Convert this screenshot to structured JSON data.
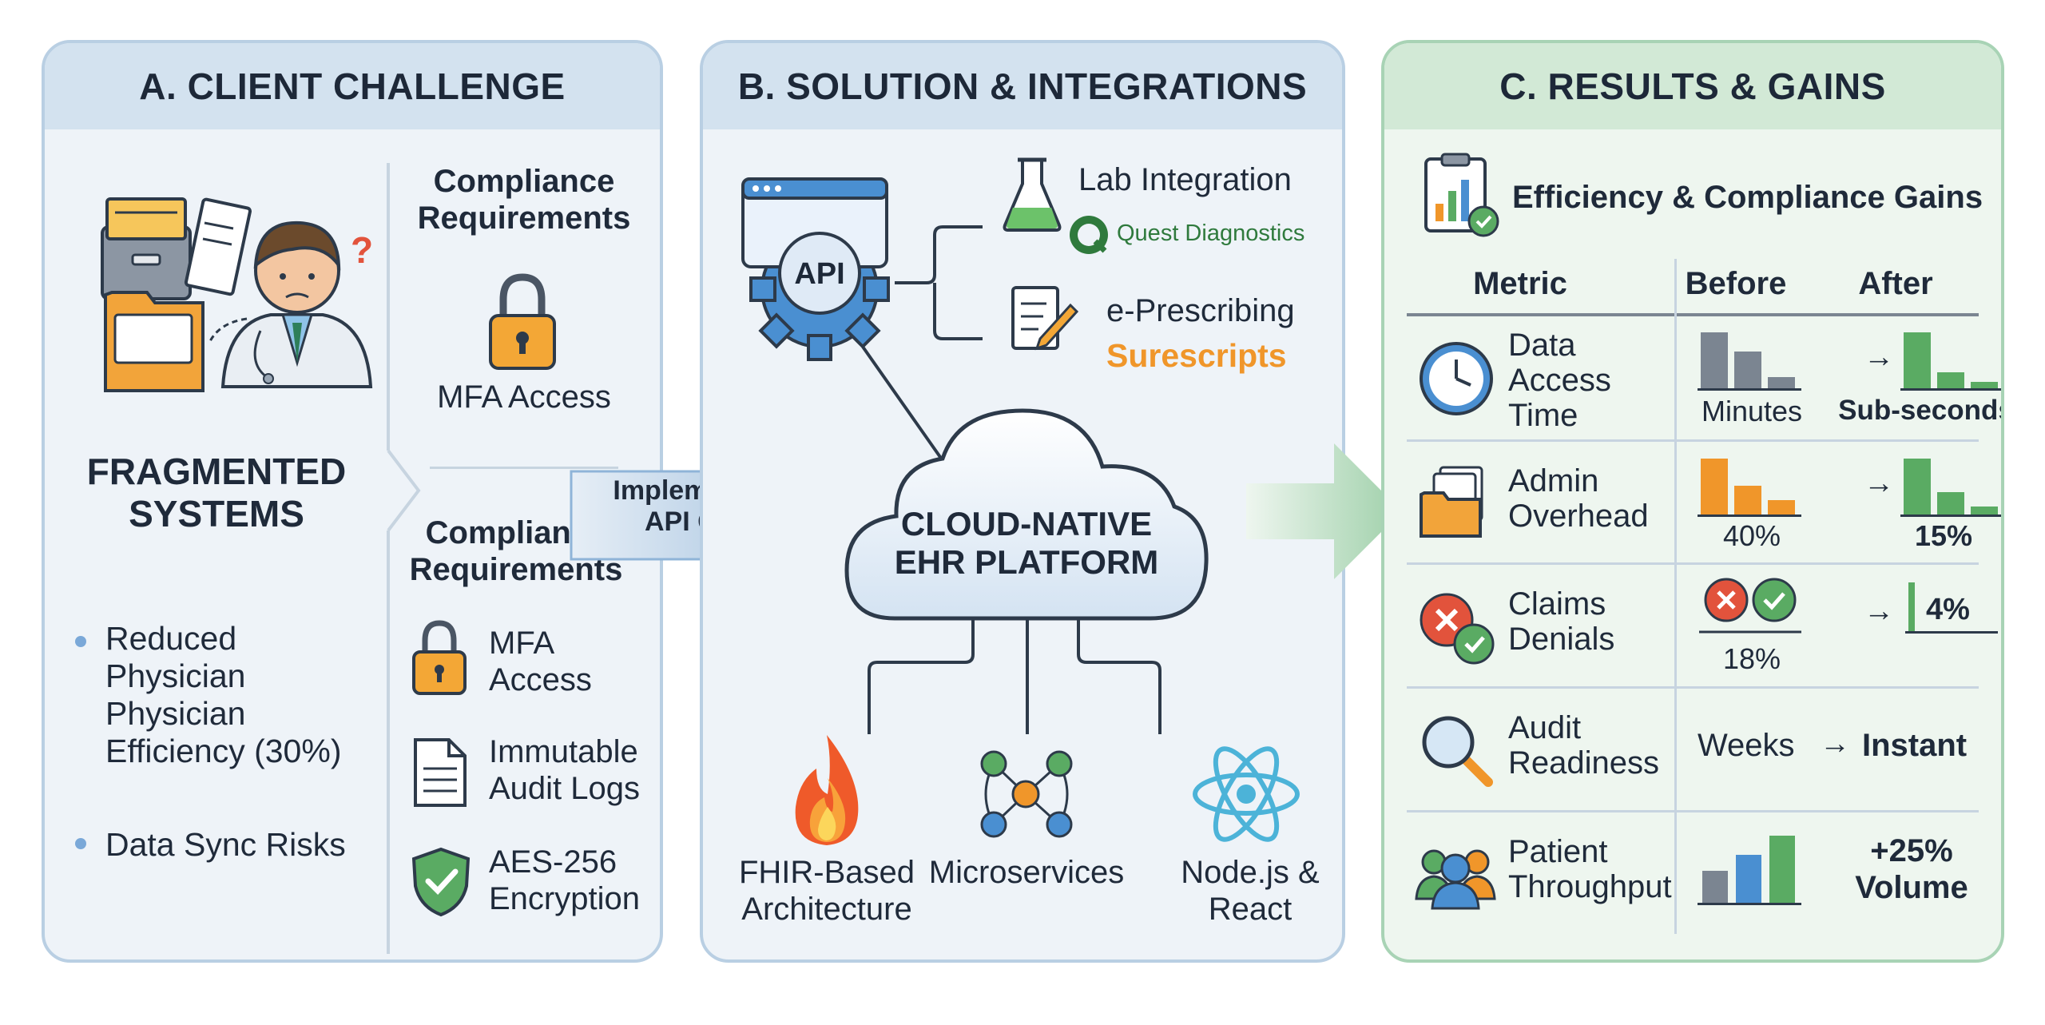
{
  "panel_a": {
    "title": "A. CLIENT CHALLENGE",
    "headline": "FRAGMENTED SYSTEMS",
    "bullets": [
      "Reduced Physician Physician Efficiency (30%)",
      "Data Sync Risks"
    ],
    "compliance_top": {
      "heading": "Compliance Requirements",
      "item": "MFA Access"
    },
    "compliance_bottom": {
      "heading": "Compliance Requirements",
      "items": [
        "MFA Access",
        "Immutable Audit Logs",
        "AES-256 Encryption"
      ]
    }
  },
  "connector_label": "Implementation & API Gateway",
  "panel_b": {
    "title": "B. SOLUTION & INTEGRATIONS",
    "api_label": "API",
    "lab": {
      "label": "Lab Integration",
      "brand": "Quest Diagnostics"
    },
    "rx": {
      "label": "e-Prescribing",
      "brand": "Surescripts"
    },
    "platform": "CLOUD-NATIVE EHR PLATFORM",
    "tech": [
      "FHIR-Based Architecture",
      "Microservices",
      "Node.js & React"
    ]
  },
  "panel_c": {
    "title": "C. RESULTS & GAINS",
    "subtitle": "Efficiency & Compliance Gains",
    "columns": {
      "metric": "Metric",
      "before": "Before",
      "after": "After"
    },
    "rows": [
      {
        "metric": "Data Access Time",
        "before": "Minutes",
        "after": "Sub-seconds"
      },
      {
        "metric": "Admin Overhead",
        "before": "40%",
        "after": "15%"
      },
      {
        "metric": "Claims Denials",
        "before": "18%",
        "after": "4%"
      },
      {
        "metric": "Audit Readiness",
        "before": "Weeks",
        "after": "Instant"
      },
      {
        "metric": "Patient Throughput",
        "before": "",
        "after": "+25% Volume"
      }
    ]
  },
  "colors": {
    "blue_panel": "#eef3f8",
    "blue_header": "#d3e2ef",
    "green_panel": "#eef6ef",
    "green_header": "#d2e9d6",
    "orange": "#f0962a",
    "green": "#5aab63",
    "gray": "#7b8591",
    "blue": "#4a8fd1"
  }
}
